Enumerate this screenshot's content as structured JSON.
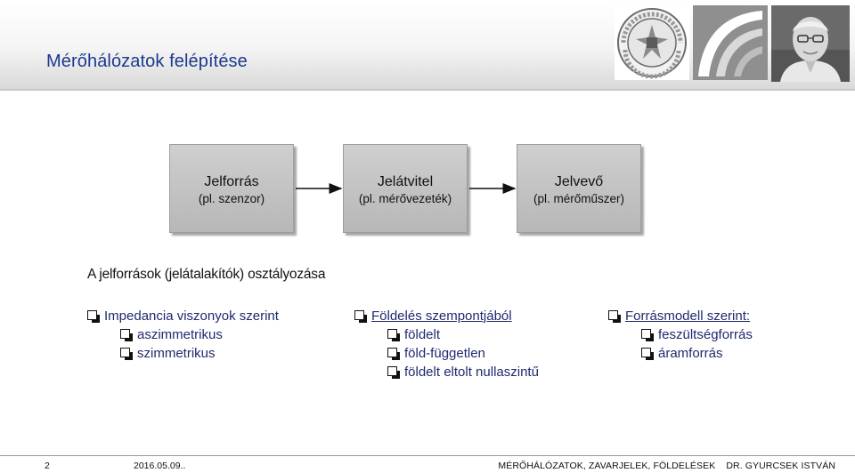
{
  "header": {
    "title": "Mérőhálózatok felépítése"
  },
  "flow": {
    "source": {
      "label": "Jelforrás",
      "example": "(pl. szenzor)"
    },
    "channel": {
      "label": "Jelátvitel",
      "example": "(pl. mérővezeték)"
    },
    "receiver": {
      "label": "Jelvevő",
      "example": "(pl. mérőműszer)"
    }
  },
  "classification": {
    "title": "A jelforrások (jelátalakítók) osztályozása",
    "impedance": {
      "heading": "Impedancia viszonyok szerint",
      "items": [
        "aszimmetrikus",
        "szimmetrikus"
      ]
    },
    "grounding": {
      "heading": "Földelés szempontjából",
      "items": [
        "földelt",
        "föld-független",
        "földelt eltolt nullaszintű"
      ]
    },
    "source_model": {
      "heading": "Forrásmodell szerint:",
      "items": [
        "feszültségforrás",
        "áramforrás"
      ]
    }
  },
  "footer": {
    "page": "2",
    "date": "2016.05.09..",
    "course": "MÉRŐHÁLÓZATOK, ZAVARJELEK, FÖLDELÉSEK",
    "author": "DR. GYURCSEK ISTVÁN"
  }
}
